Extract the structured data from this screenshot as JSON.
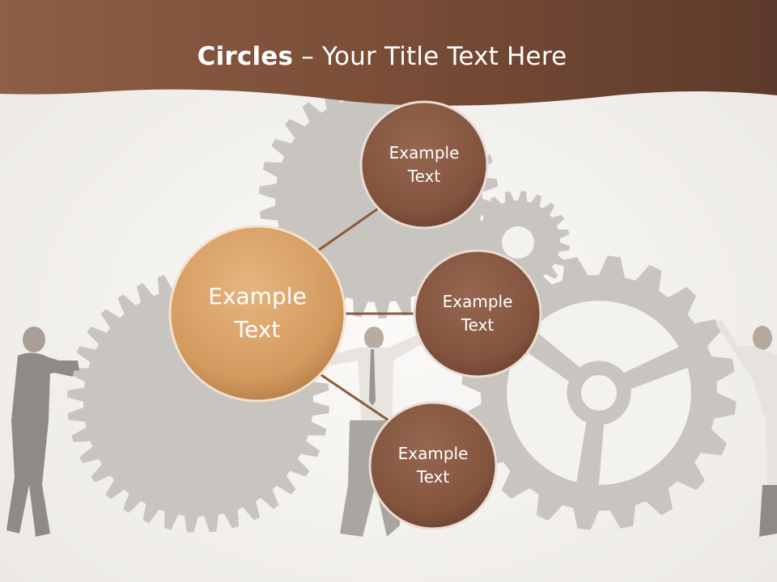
{
  "slide": {
    "title_bold": "Circles",
    "title_rest": " – Your Title Text Here"
  },
  "diagram": {
    "center": {
      "label": "Example\nText",
      "color": "#d9a46c"
    },
    "satellites": [
      {
        "label": "Example\nText",
        "color": "#8a5a43"
      },
      {
        "label": "Example\nText",
        "color": "#8a5a43"
      },
      {
        "label": "Example\nText",
        "color": "#8a5a43"
      }
    ],
    "connector_color": "#8b5a3c"
  },
  "colors": {
    "header_band": "#7a4e38",
    "background": "#f4f2ee",
    "gears": "#c8c4bf"
  },
  "background_art": {
    "illustration": "businessmen pushing gears"
  }
}
